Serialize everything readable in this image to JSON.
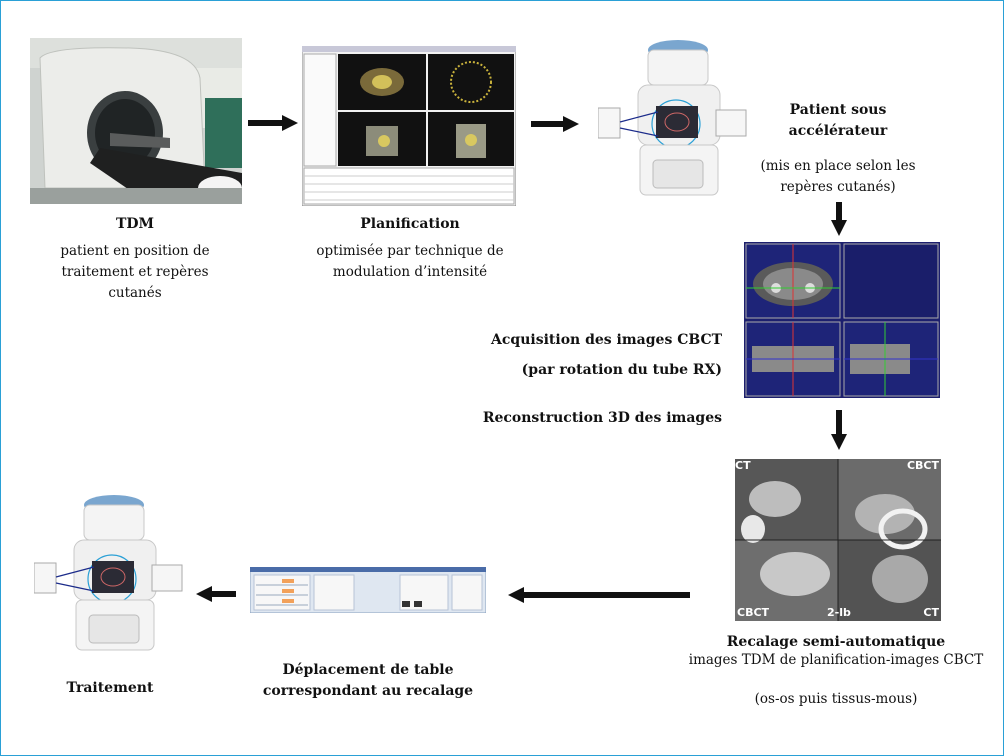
{
  "steps": {
    "tdm": {
      "title": "TDM",
      "desc": [
        "patient en position de",
        "traitement et repères",
        "cutanés"
      ]
    },
    "planification": {
      "title": "Planification",
      "desc": [
        "optimisée par technique de",
        "modulation d’intensité"
      ]
    },
    "patient_sous": {
      "title": [
        "Patient sous",
        "accélérateur"
      ],
      "desc": [
        "(mis en place selon les",
        "repères cutanés)"
      ]
    },
    "acquisition": {
      "title": "Acquisition des images CBCT",
      "sub": "(par rotation du tube RX)",
      "reconstruction": "Reconstruction 3D des images"
    },
    "recalage": {
      "title": "Recalage semi-automatique",
      "desc": "images TDM de planification-images CBCT",
      "note": "(os-os puis tissus-mous)",
      "corner_labels": [
        "CT",
        "CBCT",
        "CBCT",
        "2-lb",
        "CT"
      ]
    },
    "deplacement": {
      "title": [
        "Déplacement de table",
        "correspondant au recalage"
      ]
    },
    "traitement": {
      "title": "Traitement"
    }
  },
  "colors": {
    "frame": "#2aa0d6",
    "arrow": "#111111",
    "screen_bg": "#1c1f6e"
  }
}
